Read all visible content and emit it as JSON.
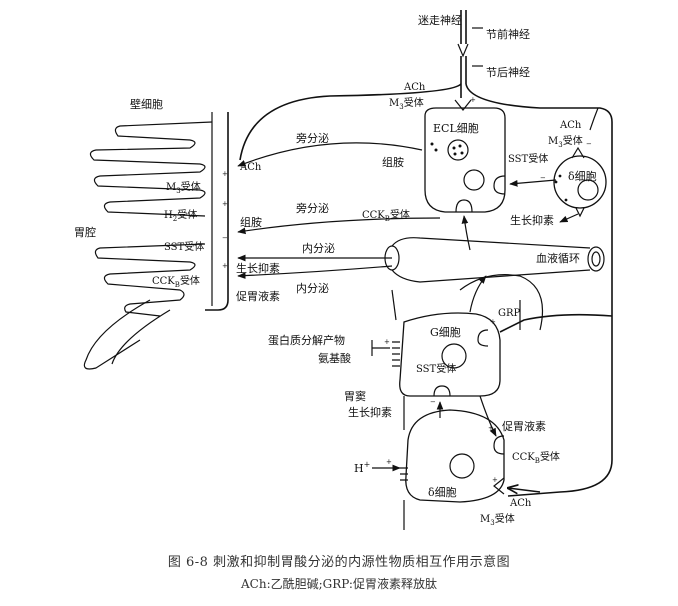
{
  "labels": {
    "vagus": "迷走神经",
    "preganglionic": "节前神经",
    "postganglionic": "节后神经",
    "ach_top": "ACh",
    "m3_top": "M",
    "m3_top_sub": "3",
    "m3_top_rest": "受体",
    "ecl_cell": "ECL细胞",
    "histamine": "组胺",
    "paracrine_1": "旁分泌",
    "parietal_cell": "壁细胞",
    "ach_left": "ACh",
    "m3_left": "M",
    "m3_left_sub": "3",
    "m3_left_rest": "受体",
    "h2_receptor": "H",
    "h2_sub": "2",
    "h2_rest": "受体",
    "histamine_2": "组胺",
    "paracrine_2": "旁分泌",
    "cckb_ecl": "CCK",
    "cckb_ecl_sub": "B",
    "cckb_ecl_rest": "受体",
    "gastric_lumen": "胃腔",
    "sst_receptor_left": "SST受体",
    "endocrine_1": "内分泌",
    "cckb_left": "CCK",
    "cckb_left_sub": "B",
    "cckb_left_rest": "受体",
    "somatostatin_left": "生长抑素",
    "gastrin_left": "促胃液素",
    "endocrine_2": "内分泌",
    "blood_circulation": "血液循环",
    "ach_right": "ACh",
    "m3_right": "M",
    "m3_right_sub": "3",
    "m3_right_rest": "受体",
    "sst_receptor_ecl": "SST受体",
    "delta_cell_top": "δ细胞",
    "somatostatin_right": "生长抑素",
    "grp": "GRP",
    "g_cell": "G细胞",
    "protein_products": "蛋白质分解产物",
    "amino_acids": "氨基酸",
    "sst_receptor_g": "SST受体",
    "antrum": "胃窦",
    "somatostatin_antrum": "生长抑素",
    "gastrin_antrum": "促胃液素",
    "cckb_delta": "CCK",
    "cckb_delta_sub": "B",
    "cckb_delta_rest": "受体",
    "h_plus": "H",
    "h_plus_sup": "+",
    "delta_cell_bottom": "δ细胞",
    "ach_bottom": "ACh",
    "m3_bottom": "M",
    "m3_bottom_sub": "3",
    "m3_bottom_rest": "受体"
  },
  "caption": {
    "line1": "图 6-8   刺激和抑制胃酸分泌的内源性物质相互作用示意图",
    "line2": "ACh:乙酰胆碱;GRP:促胃液素释放肽"
  }
}
